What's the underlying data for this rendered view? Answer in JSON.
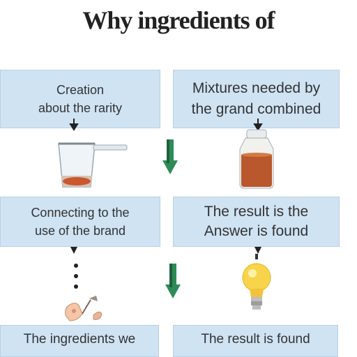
{
  "title": "Why ingredients of",
  "steps": [
    {
      "lines": [
        "Creation",
        "about the rarity"
      ]
    },
    {
      "lines": [
        "Mixtures needed by",
        "the grand combined"
      ]
    },
    {
      "lines": [
        "Connecting to the",
        "use of the brand"
      ]
    },
    {
      "lines": [
        "The result is the",
        "Answer is found"
      ]
    },
    {
      "lines": [
        "The ingredients we"
      ]
    },
    {
      "lines": [
        "The result is found"
      ]
    }
  ],
  "icons": [
    "measuring-cup-icon",
    "down-arrow-icon",
    "jar-icon",
    "down-arrow-icon",
    "hand-icon",
    "lightbulb-icon"
  ],
  "colors": {
    "box_fill": "#cfe3f3",
    "arrow_green": "#2e8b57",
    "liquid": "#c9582e"
  }
}
